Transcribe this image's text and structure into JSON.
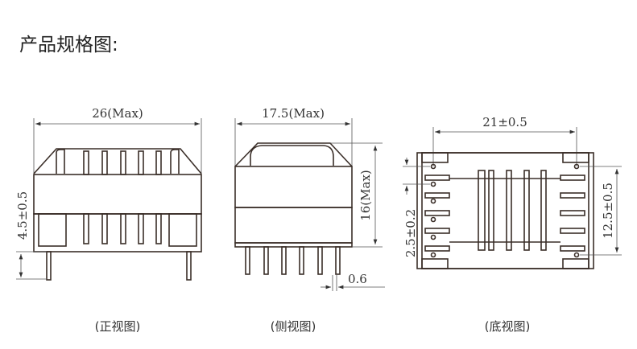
{
  "title": "产品规格图:",
  "views": {
    "front": {
      "caption": "(正视图)",
      "width_dim": "26(Max)",
      "pin_len_dim": "4.5±0.5"
    },
    "side": {
      "caption": "(侧视图)",
      "width_dim": "17.5(Max)",
      "height_dim": "16(Max)",
      "pin_dim": "0.6"
    },
    "bottom": {
      "caption": "(底视图)",
      "width_dim": "21±0.5",
      "pitch_dim": "2.5±0.2",
      "row_dim": "12.5±0.5"
    }
  }
}
